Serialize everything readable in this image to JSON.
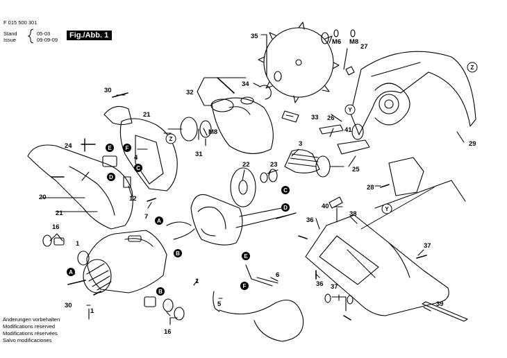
{
  "header": {
    "part_no": "F 015 500 301",
    "stand_label": "Stand",
    "stand_value": "05-03",
    "issue_label": "Issue",
    "issue_value": "09-09-09",
    "figure": "Fig./Abb. 1"
  },
  "notes": [
    "Änderungen vorbehalten",
    "Modifications reserved",
    "Modifications réservées",
    "Salvo modificaciones"
  ],
  "callouts": {
    "c1a": "1",
    "c1b": "1",
    "c1c": "1",
    "c3": "3",
    "c4": "4",
    "c5": "5",
    "c6": "6",
    "c7": "7",
    "c12": "12",
    "c16a": "16",
    "c16b": "16",
    "c20": "20",
    "c21a": "21",
    "c21b": "21",
    "c22": "22",
    "c23": "23",
    "c24": "24",
    "c25": "25",
    "c26": "26",
    "c27": "27",
    "c28": "28",
    "c29": "29",
    "c30a": "30",
    "c30b": "30",
    "c31": "31",
    "c32": "32",
    "c33": "33",
    "c34": "34",
    "c35": "35",
    "c36a": "36",
    "c36b": "36",
    "c37a": "37",
    "c37b": "37",
    "c38": "38",
    "c39": "39",
    "c40": "40",
    "c41": "41",
    "m6": "M6",
    "m8a": "M8",
    "m8b": "M8"
  },
  "markers": {
    "A": "A",
    "B": "B",
    "C": "C",
    "D": "D",
    "E": "E",
    "F": "F",
    "Y": "Y",
    "Z": "Z"
  }
}
